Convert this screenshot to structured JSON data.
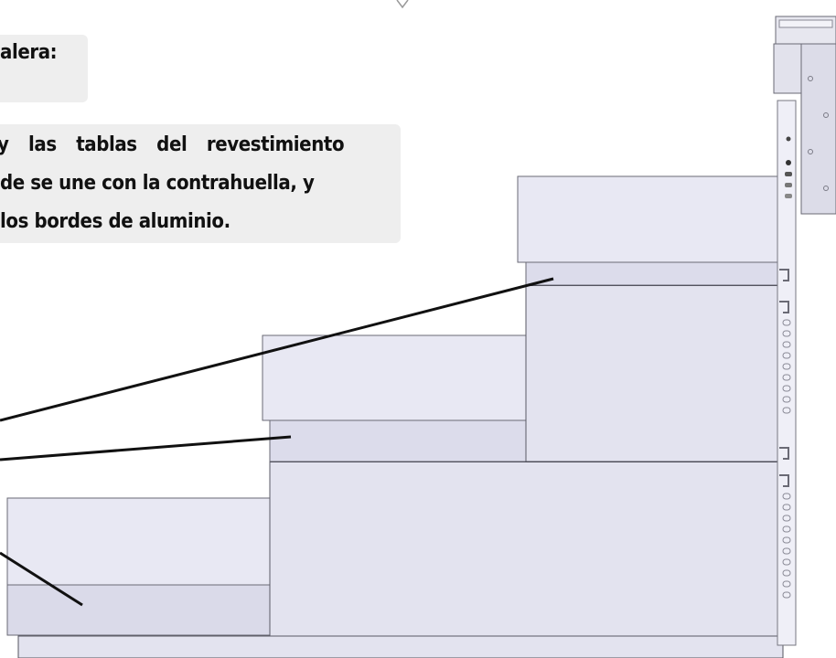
{
  "caption": {
    "title": "alera:",
    "lines": [
      "y las tablas del revestimiento",
      "de se une con la contrahuella, y",
      "los bordes de aluminio."
    ]
  },
  "colors": {
    "panel_fill": "#e6e6f2",
    "panel_shadow": "#d3d3e4",
    "edge": "#4a4a55",
    "caption_bg": "#eeeeee",
    "leader": "#111111"
  }
}
